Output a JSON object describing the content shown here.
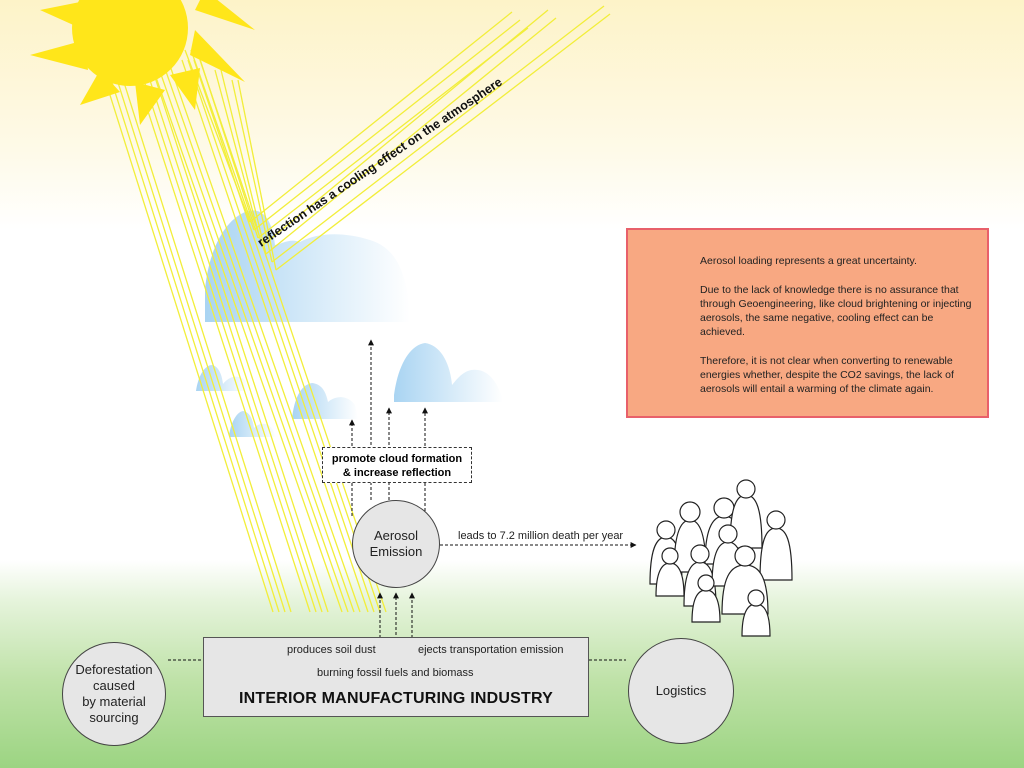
{
  "sun": {
    "icon": "sun-icon"
  },
  "reflection_label": "reflection has a cooling effect on the atmosphere",
  "warning_box": {
    "icon": "lightning-icon",
    "line1": "Aerosol loading represents a great uncertainty.",
    "para2": "Due to the lack of knowledge there is no assurance that through Geoengineering, like cloud brightening or injecting aerosols,  the same negative, cooling effect can be achieved.",
    "para3": "Therefore, it is not clear when converting to renewable energies whether, despite the CO2 savings, the lack of aerosols will entail a warming of the climate again."
  },
  "cloud_box": {
    "line1": "promote cloud formation",
    "line2": "& increase reflection"
  },
  "aerosol": {
    "line1": "Aerosol",
    "line2": "Emission"
  },
  "death_label": "leads to 7.2 million death per year",
  "people_icon": "crowd-icon",
  "industry": {
    "title": "INTERIOR MANUFACTURING INDUSTRY",
    "soil_dust": "produces soil dust",
    "transport": "ejects transportation emission",
    "fossil": "burning fossil fuels and biomass"
  },
  "deforestation": {
    "line1": "Deforestation",
    "line2": "caused",
    "line3": "by material",
    "line4": "sourcing"
  },
  "logistics": "Logistics",
  "colors": {
    "sun": "#ffe61a",
    "rays": "#f2f04a",
    "cloud": "#b9def5",
    "warning_fill": "#f8a882",
    "warning_border": "#e8606a"
  }
}
